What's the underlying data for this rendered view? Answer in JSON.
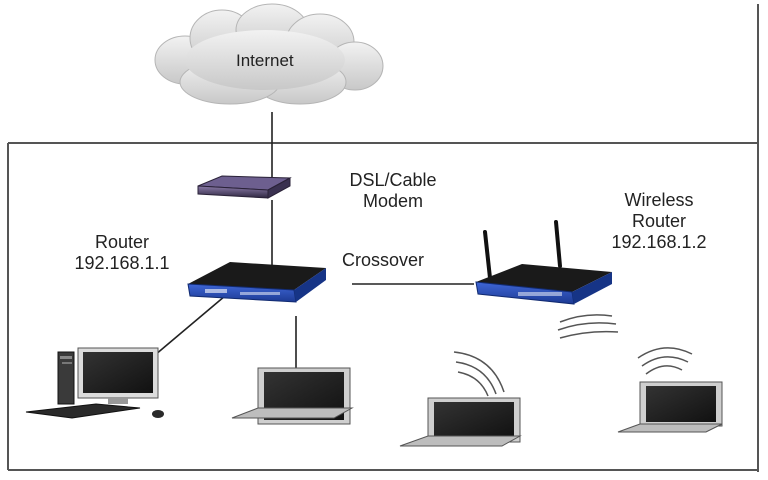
{
  "labels": {
    "internet": "Internet",
    "modem_line1": "DSL/Cable",
    "modem_line2": "Modem",
    "router_line1": "Router",
    "router_line2": "192.168.1.1",
    "crossover": "Crossover",
    "wireless_line1": "Wireless",
    "wireless_line2": "Router",
    "wireless_line3": "192.168.1.2"
  },
  "colors": {
    "router_blue": "#2b4fb8",
    "cloud": "#d9d9d9",
    "frame": "#555555",
    "line": "#222222"
  },
  "icons": [
    "cloud-icon",
    "modem-icon",
    "router-icon",
    "wireless-router-icon",
    "desktop-computer-icon",
    "laptop-icon",
    "wifi-waves-icon"
  ]
}
